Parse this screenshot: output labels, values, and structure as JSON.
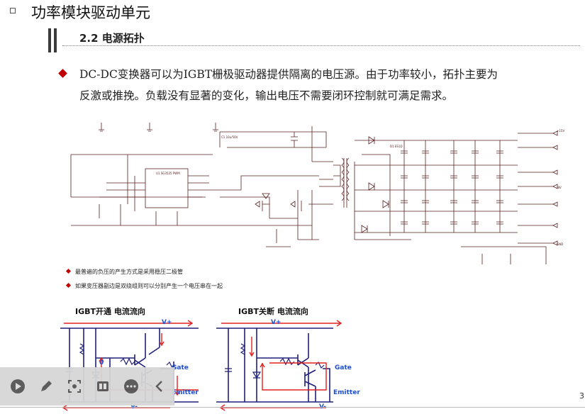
{
  "header": {
    "title": "功率模块驱动单元"
  },
  "section": {
    "title": "2.2 电源拓扑"
  },
  "paragraph": {
    "line1": "DC-DC变换器可以为IGBT栅极驱动器提供隔离的电压源。由于功率较小，拓扑主要为",
    "line2": "反激或推挽。负载没有显著的变化，输出电压不需要闭环控制就可满足需求。"
  },
  "notes": [
    "最普遍的负压的产生方式是采用稳压二极管",
    "如果变压器副边是双绕组则可以分别产生一个电压串在一起"
  ],
  "diagram_left": {
    "title": "IGBT开通 电流流向",
    "vplus": "V+",
    "vminus": "V-",
    "gate": "Gate",
    "emitter": "Emitter",
    "zero": "0"
  },
  "diagram_right": {
    "title": "IGBT关断 电流流向",
    "vplus": "V+",
    "vminus": "V-",
    "gate": "Gate",
    "emitter": "Emitter"
  },
  "page": {
    "number": "3"
  },
  "colors": {
    "accent": "#c00000",
    "wire": "#1f1f7a",
    "arrow": "#e02020",
    "label": "#1f4fd1"
  }
}
